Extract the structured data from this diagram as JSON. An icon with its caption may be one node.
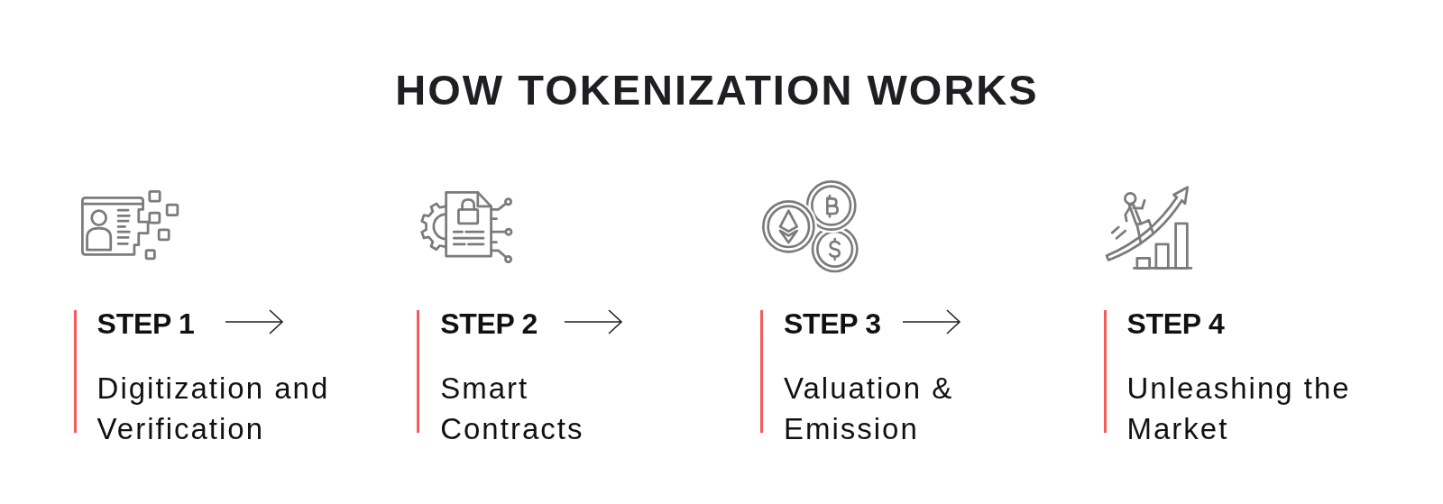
{
  "diagram": {
    "title": "HOW TOKENIZATION WORKS",
    "nodes": [
      {
        "text": [
          "STEP 1",
          "Digitization and Verification"
        ]
      },
      {
        "text": [
          "STEP 2",
          "Smart Contracts"
        ]
      },
      {
        "text": [
          "STEP 3",
          "Valuation & Emission"
        ]
      },
      {
        "text": [
          "STEP 4",
          "Unleashing the Market"
        ]
      }
    ]
  }
}
